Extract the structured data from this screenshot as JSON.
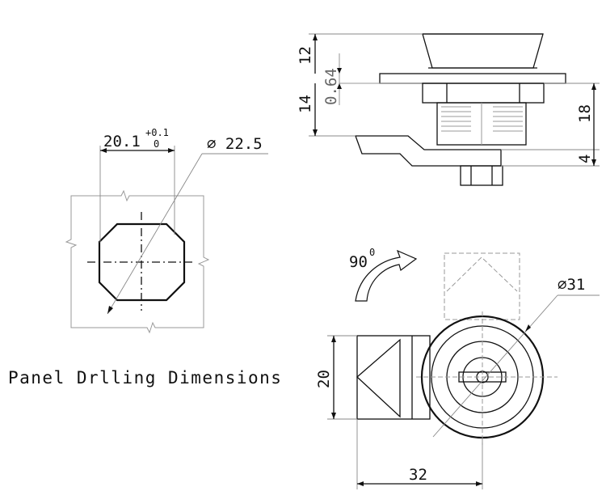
{
  "caption": "Panel Drlling Dimensions",
  "cutout": {
    "width_main": "20.1",
    "tol_upper": "+0.1",
    "tol_lower": "0",
    "diameter": "⌀ 22.5"
  },
  "side_view": {
    "dim_top": "12",
    "dim_panel": "0.64",
    "dim_body": "14",
    "dim_height": "18",
    "dim_cam": "4"
  },
  "rotation": {
    "angle": "90",
    "degree_mark": "0"
  },
  "top_view": {
    "diameter": "⌀31",
    "width": "20",
    "length": "32"
  }
}
